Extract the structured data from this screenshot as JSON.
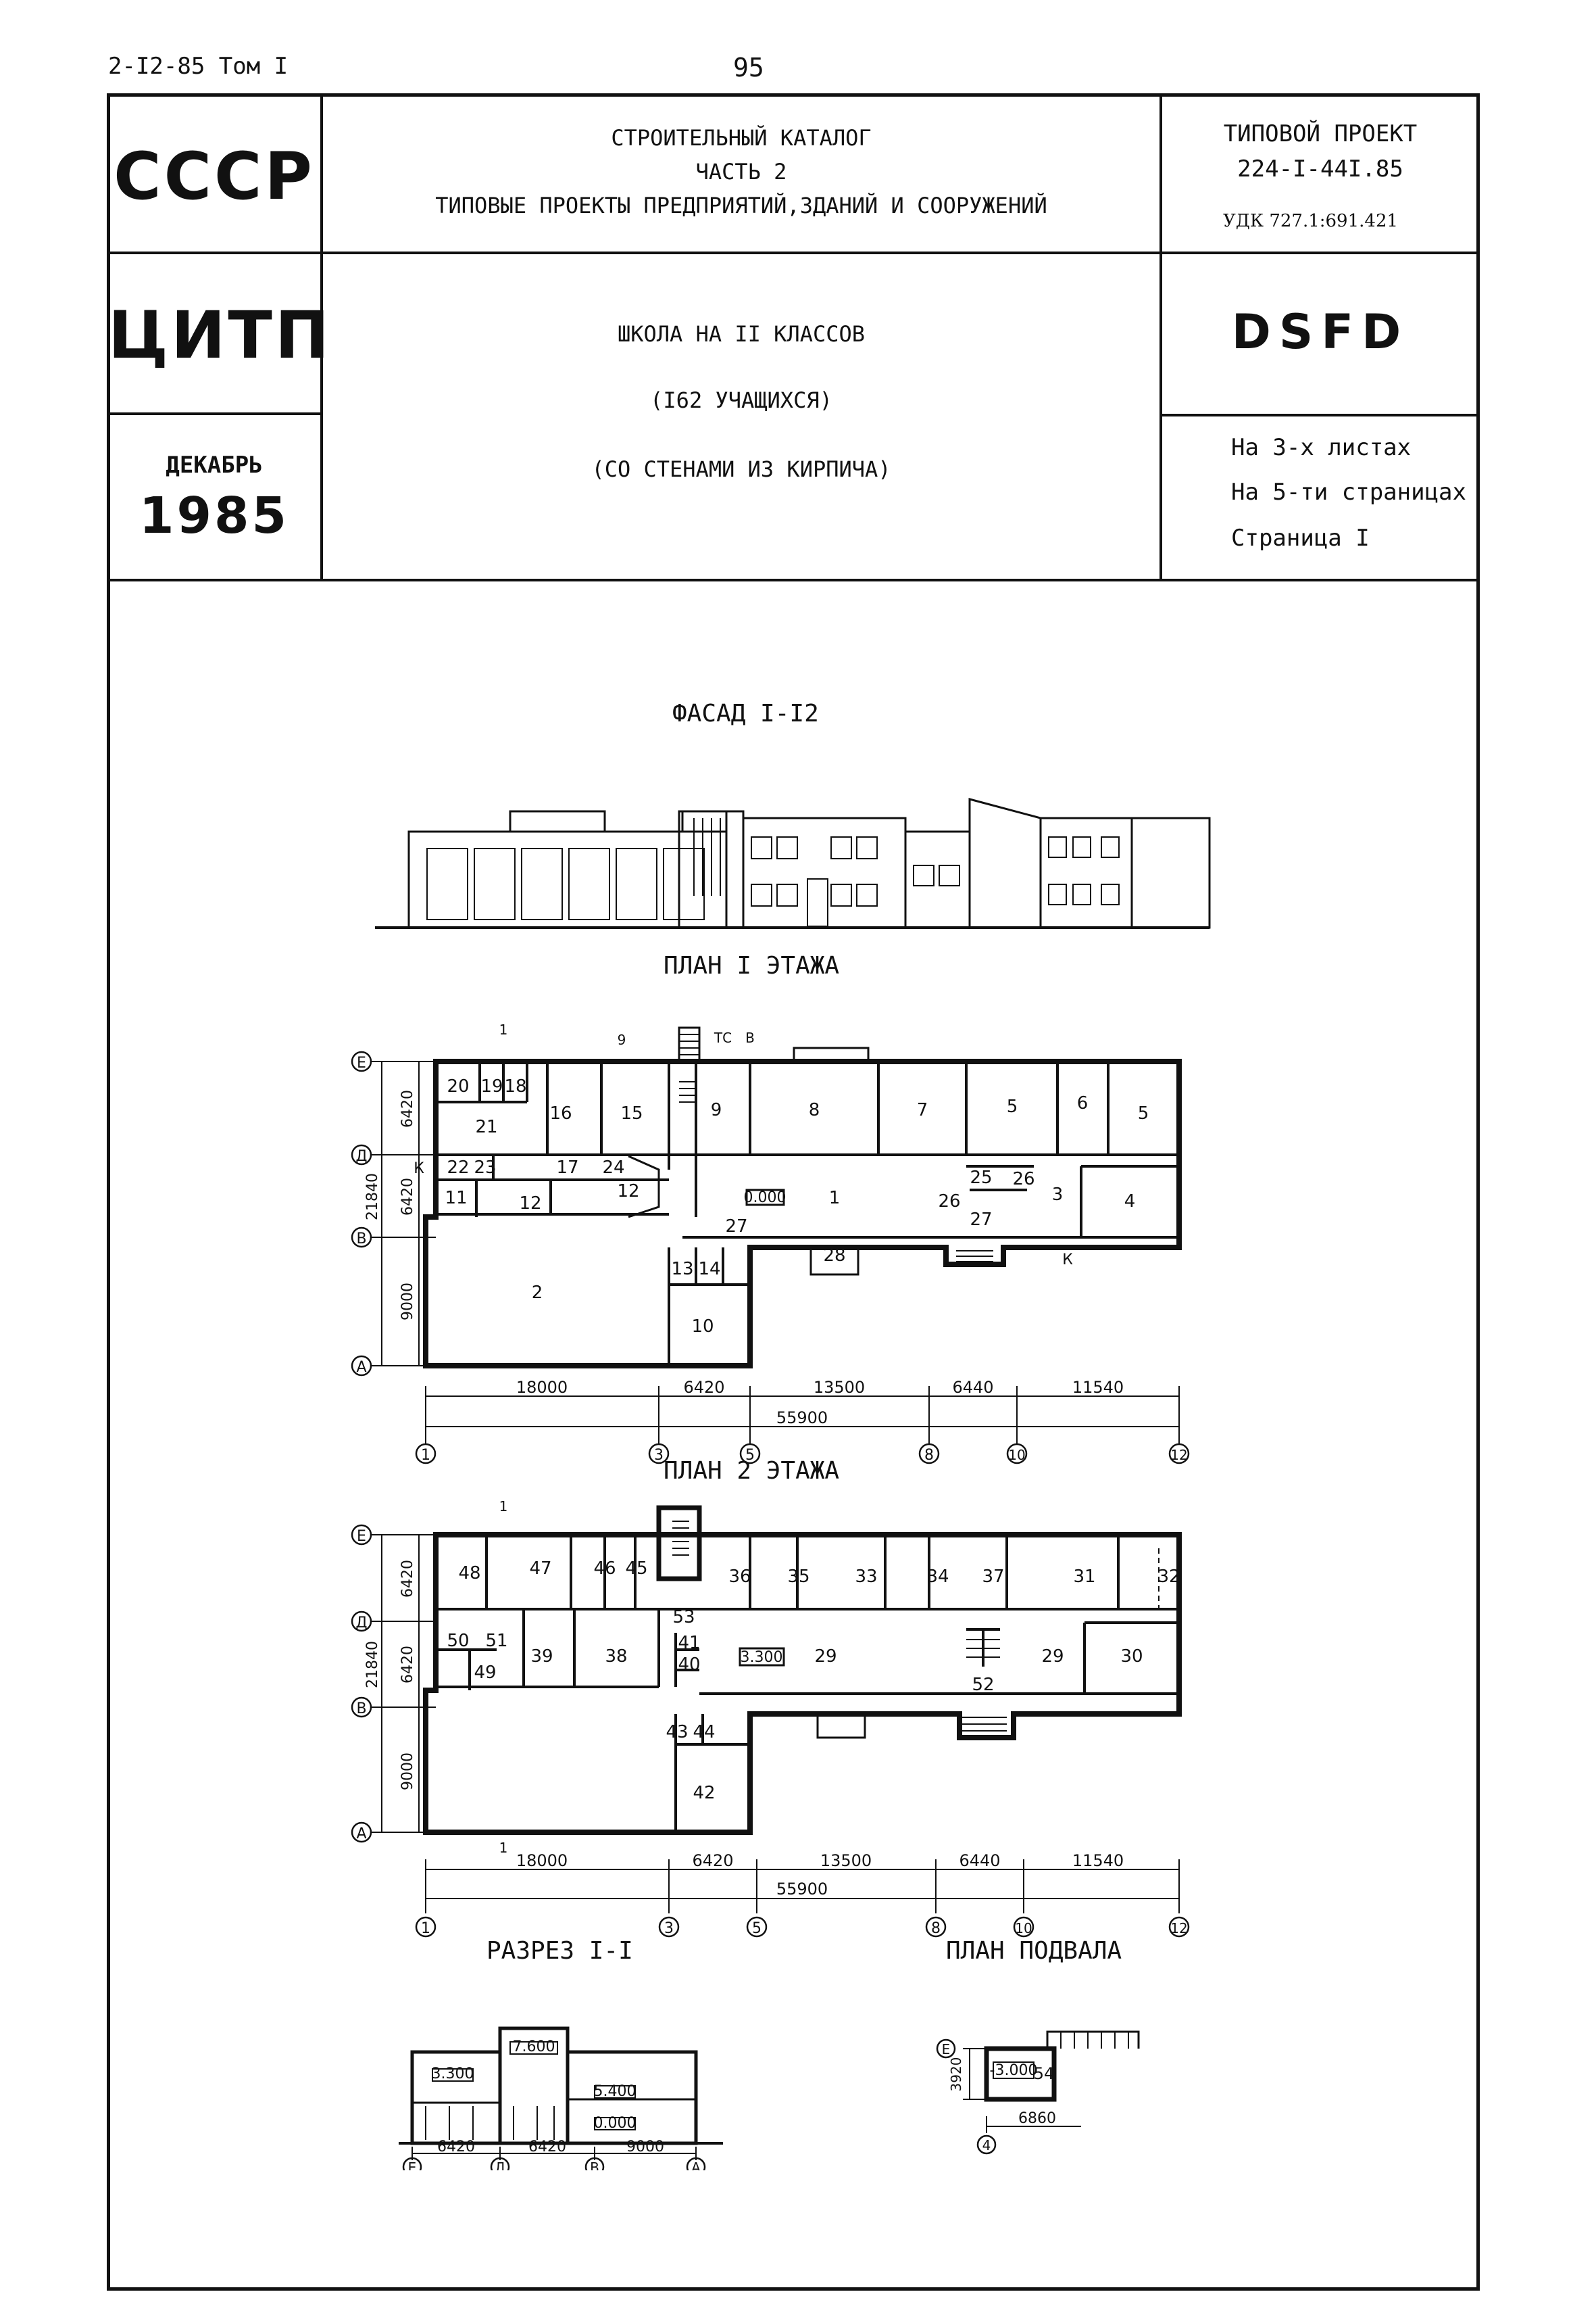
{
  "page": {
    "series_code": "2-I2-85 Том I",
    "page_number": "95"
  },
  "header": {
    "org_country": "СССР",
    "org_center": "ЦИТП",
    "date_month": "ДЕКАБРЬ",
    "date_year": "1985",
    "catalog_line1": "СТРОИТЕЛЬНЫЙ КАТАЛОГ",
    "catalog_line2": "ЧАСТЬ 2",
    "catalog_line3": "ТИПОВЫЕ ПРОЕКТЫ ПРЕДПРИЯТИЙ,ЗДАНИЙ И СООРУЖЕНИЙ",
    "project_type": "ТИПОВОЙ ПРОЕКТ",
    "project_number": "224-I-44I.85",
    "udk": "УДК 727.1:691.421",
    "title_line1": "ШКОЛА НА II КЛАССОВ",
    "title_line2": "(I62 УЧАЩИХСЯ)",
    "title_line3": "(СО СТЕНАМИ ИЗ КИРПИЧА)",
    "code": "DSFD",
    "sheets": "На 3-х листах",
    "pages": "На 5-ти страницах",
    "current_page": "Страница I"
  },
  "drawings": {
    "facade_title": "ФАСАД I-I2",
    "plan1_title": "ПЛАН I ЭТАЖА",
    "plan2_title": "ПЛАН 2 ЭТАЖА",
    "section_title": "РАЗРЕЗ I-I",
    "basement_title": "ПЛАН ПОДВАЛА"
  },
  "plan1": {
    "rooms": [
      "20",
      "19",
      "18",
      "16",
      "15",
      "9",
      "8",
      "7",
      "5",
      "6",
      "5",
      "21",
      "22",
      "23",
      "17",
      "24",
      "12",
      "12",
      "11",
      "1",
      "25",
      "26",
      "26",
      "3",
      "4",
      "27",
      "27",
      "28",
      "13",
      "14",
      "2",
      "10"
    ],
    "level": "0.000",
    "dims": [
      "18000",
      "6420",
      "13500",
      "6440",
      "11540"
    ],
    "total": "55900",
    "axes_x": [
      "1",
      "3",
      "5",
      "8",
      "10",
      "12"
    ],
    "axes_y": [
      "Е",
      "Д",
      "В",
      "А"
    ],
    "vert_dims": [
      "6420",
      "6420",
      "9000"
    ],
    "vert_total": "21840",
    "marks": [
      "1",
      "9",
      "ТС",
      "В",
      "К",
      "К"
    ]
  },
  "plan2": {
    "rooms": [
      "48",
      "47",
      "46",
      "45",
      "36",
      "35",
      "33",
      "34",
      "37",
      "31",
      "32",
      "53",
      "50",
      "51",
      "49",
      "39",
      "38",
      "41",
      "40",
      "29",
      "52",
      "29",
      "30",
      "43",
      "44",
      "42"
    ],
    "level": "3.300",
    "dims": [
      "18000",
      "6420",
      "13500",
      "6440",
      "11540"
    ],
    "total": "55900",
    "axes_x": [
      "1",
      "3",
      "5",
      "8",
      "10",
      "12"
    ],
    "axes_y": [
      "Е",
      "Д",
      "В",
      "А"
    ],
    "vert_dims": [
      "6420",
      "6420",
      "9000"
    ],
    "vert_total": "21840",
    "marks": [
      "1",
      "1"
    ]
  },
  "section": {
    "levels": [
      "7.600",
      "3.300",
      "5.400",
      "0.000"
    ],
    "dims": [
      "6420",
      "6420",
      "9000"
    ],
    "axes": [
      "Е",
      "Д",
      "В",
      "А"
    ]
  },
  "basement": {
    "level": "-3.000",
    "room": "54",
    "dim_h": "6860",
    "dim_v": "3920",
    "axis_x": "4",
    "axis_y": "Е"
  }
}
